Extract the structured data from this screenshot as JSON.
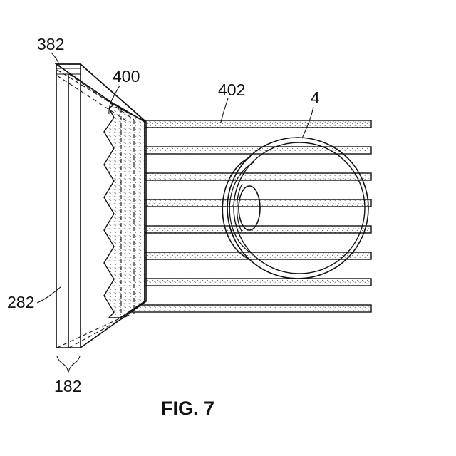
{
  "labels": {
    "ref_382": "382",
    "ref_400": "400",
    "ref_402": "402",
    "ref_4": "4",
    "ref_282": "282",
    "ref_182": "182"
  },
  "caption": "FIG. 7",
  "colors": {
    "ink": "#111111",
    "background": "#ffffff"
  }
}
